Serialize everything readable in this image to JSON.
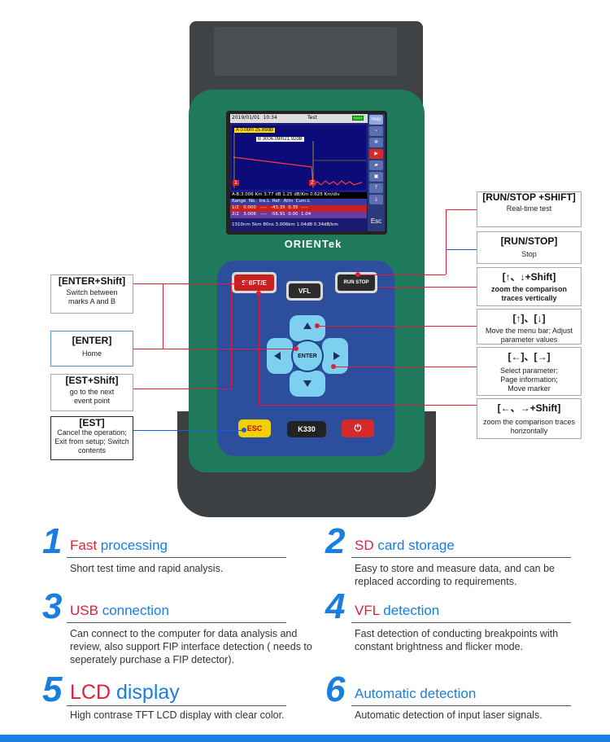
{
  "screen": {
    "date": "2019/01/01",
    "time": "10:34",
    "mode": "Test",
    "marker_a": "A 0.00m 25.69dB",
    "marker_b": "B 3006.09m21.92dB",
    "summary": "A-B:3.006 Km   3.77 dB   1.25 dB/Km      0.625 Km/div",
    "table_header": [
      "Range",
      "No.",
      "Ins.L",
      "Ref.",
      "Attn",
      "Cum.L"
    ],
    "row1": [
      "1/2",
      "0.000",
      "-.--",
      "-43.35",
      "0.35",
      "-.--"
    ],
    "row2": [
      "2/2",
      "3.006",
      "-.--",
      "-56.91",
      "0.00",
      "1.04"
    ],
    "footer": "1310nm  5km   80ns   3.006km  1.04dB  0.34dB/km",
    "sidebar_help": "Help",
    "sidebar_esc": "Esc",
    "marker_1": "1",
    "marker_2": "2"
  },
  "device": {
    "brand": "ORIENTek",
    "key_shift": "SHIFT/E",
    "key_vfl": "VFL",
    "key_run": "RUN STOP",
    "key_enter": "ENTER",
    "key_esc": "ESC",
    "key_model": "K330",
    "key_power": "⏻"
  },
  "callouts": {
    "enter_shift": {
      "title": "[ENTER+Shift]",
      "desc": "Switch between marks A and B"
    },
    "enter": {
      "title": "[ENTER]",
      "desc": "Home"
    },
    "est_shift": {
      "title": "[EST+Shift]",
      "desc": "go to the next event point"
    },
    "est": {
      "title": "[EST]",
      "desc": "Cancel the operation; Exit from setup; Switch contents"
    },
    "run_stop_shift": {
      "title": "[RUN/STOP +SHIFT]",
      "desc": "Real-time test"
    },
    "run_stop": {
      "title": "[RUN/STOP]",
      "desc": "Stop"
    },
    "updown_shift": {
      "title": "[↑、↓+Shift]",
      "desc": "zoom the comparison traces vertically"
    },
    "updown": {
      "title": "[↑]、[↓]",
      "desc": "Move the menu bar; Adjust parameter values"
    },
    "leftright": {
      "title": "[←]、[→]",
      "desc": "Select parameter; Page information; Move marker"
    },
    "leftright_shift": {
      "title": "[←、→+Shift]",
      "desc": "zoom the comparison traces horizontally"
    }
  },
  "features": [
    {
      "num": "1",
      "hl": "Fast",
      "rest": " processing",
      "desc": "Short test time and rapid analysis."
    },
    {
      "num": "2",
      "hl": "SD",
      "rest": " card storage",
      "desc": "Easy to store and measure data, and can be replaced according to requirements."
    },
    {
      "num": "3",
      "hl": "USB",
      "rest": " connection",
      "desc": "Can connect to the computer for data analysis and review, also support FIP interface detection ( needs to seperately purchase a FIP detector)."
    },
    {
      "num": "4",
      "hl": "VFL",
      "rest": " detection",
      "desc": "Fast detection of conducting breakpoints with constant brightness and flicker mode."
    },
    {
      "num": "5",
      "hl": "LCD",
      "rest": " display",
      "desc": "High contrase TFT LCD display with clear color."
    },
    {
      "num": "6",
      "hl": "",
      "rest": "Automatic detection",
      "desc": "Automatic detection of input laser signals."
    }
  ],
  "colors": {
    "accent_blue": "#1a7ee0",
    "accent_red": "#e0203a",
    "device_green": "#1f7a5c",
    "keypad_blue": "#2d4e9c"
  }
}
